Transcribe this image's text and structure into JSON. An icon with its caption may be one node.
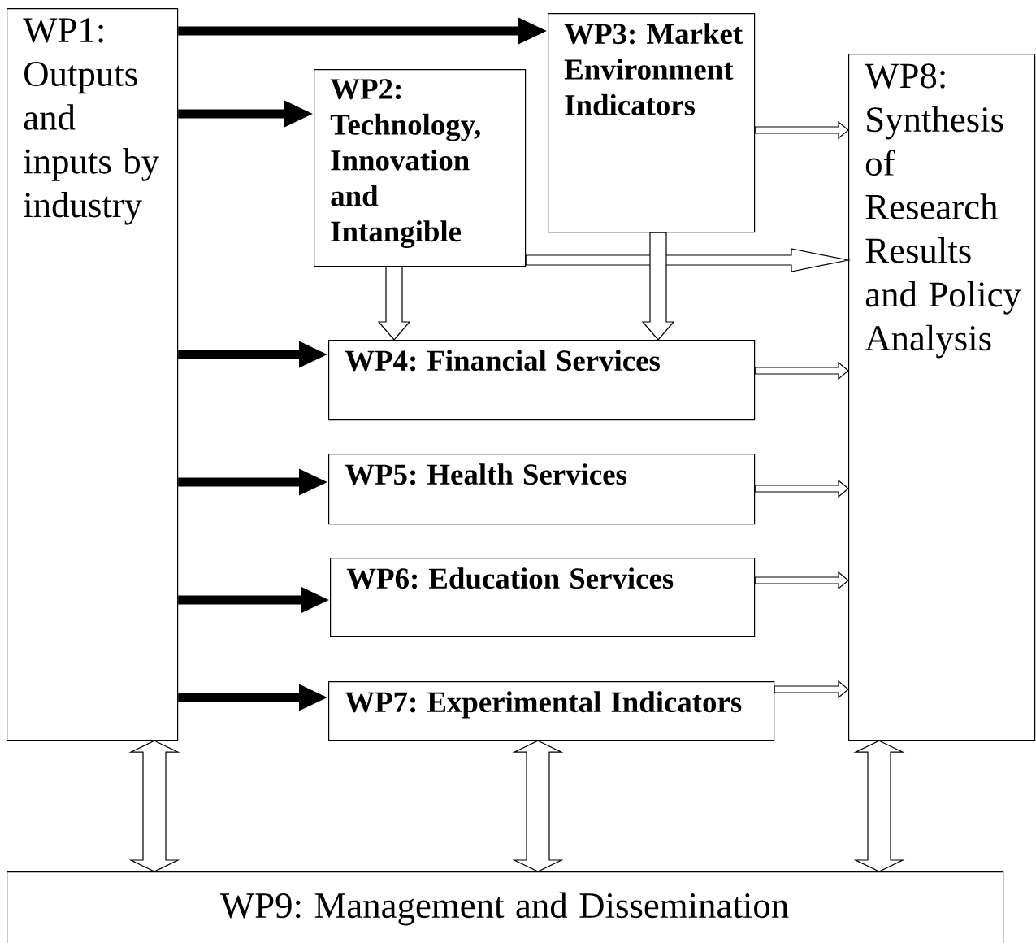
{
  "diagram": {
    "nodes": [
      {
        "text": [
          "WP1: Outputs and inputs by industry"
        ]
      },
      {
        "text": [
          "WP2: Technology, Innovation and Intangible"
        ]
      },
      {
        "text": [
          "WP3: Market Environment Indicators"
        ]
      },
      {
        "text": [
          "WP8: Synthesis of Research Results and Policy Analysis"
        ]
      },
      {
        "text": [
          "WP4: Financial Services"
        ]
      },
      {
        "text": [
          "WP5: Health Services"
        ]
      },
      {
        "text": [
          "WP6: Education Services"
        ]
      },
      {
        "text": [
          "WP7: Experimental Indicators"
        ]
      },
      {
        "text": [
          "WP9: Management and Dissemination"
        ]
      }
    ],
    "edges": [
      {
        "from": 0,
        "to": 2,
        "arrow": "to"
      },
      {
        "from": 0,
        "to": 1,
        "arrow": "to"
      },
      {
        "from": 0,
        "to": 4,
        "arrow": "to"
      },
      {
        "from": 0,
        "to": 5,
        "arrow": "to"
      },
      {
        "from": 0,
        "to": 6,
        "arrow": "to"
      },
      {
        "from": 0,
        "to": 7,
        "arrow": "to"
      },
      {
        "from": 2,
        "to": 3,
        "arrow": "to"
      },
      {
        "from": 1,
        "to": 3,
        "arrow": "to"
      },
      {
        "from": 1,
        "to": 4,
        "arrow": "to"
      },
      {
        "from": 2,
        "to": 4,
        "arrow": "to"
      },
      {
        "from": 4,
        "to": 3,
        "arrow": "to"
      },
      {
        "from": 5,
        "to": 3,
        "arrow": "to"
      },
      {
        "from": 6,
        "to": 3,
        "arrow": "to"
      },
      {
        "from": 7,
        "to": 3,
        "arrow": "to"
      },
      {
        "from": 0,
        "to": 8,
        "arrow": "both"
      },
      {
        "from": 7,
        "to": 8,
        "arrow": "both"
      },
      {
        "from": 3,
        "to": 8,
        "arrow": "both"
      }
    ]
  }
}
